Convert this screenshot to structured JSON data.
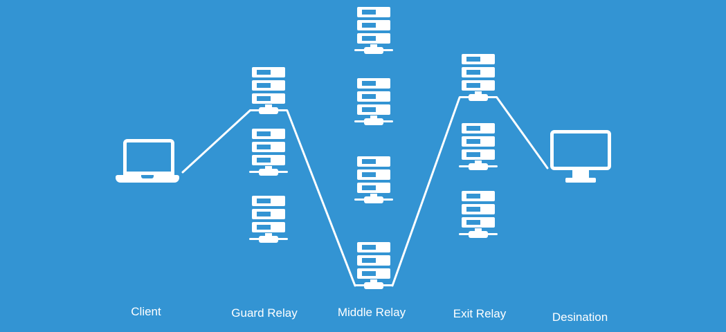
{
  "colors": {
    "background": "#3394d3",
    "foreground": "#ffffff"
  },
  "nodes": [
    {
      "id": "client",
      "label": "Client",
      "icon": "laptop-icon",
      "server_count": 0
    },
    {
      "id": "guard-relay",
      "label": "Guard Relay",
      "icon": "server-icon",
      "server_count": 3
    },
    {
      "id": "middle-relay",
      "label": "Middle Relay",
      "icon": "server-icon",
      "server_count": 4
    },
    {
      "id": "exit-relay",
      "label": "Exit Relay",
      "icon": "server-icon",
      "server_count": 3
    },
    {
      "id": "destination",
      "label": "Desination",
      "icon": "monitor-icon",
      "server_count": 0
    }
  ],
  "connections": [
    {
      "from": "client",
      "to": "guard-relay-server-1"
    },
    {
      "from": "guard-relay-server-1",
      "to": "middle-relay-server-4"
    },
    {
      "from": "middle-relay-server-4",
      "to": "exit-relay-server-1"
    },
    {
      "from": "exit-relay-server-1",
      "to": "destination"
    }
  ]
}
